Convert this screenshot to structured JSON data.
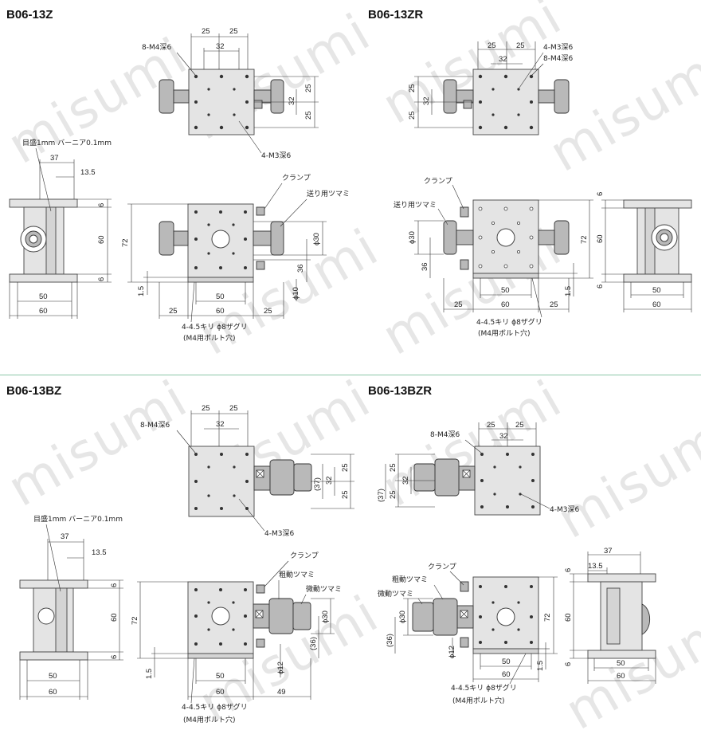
{
  "titles": {
    "z": "B06-13Z",
    "zr": "B06-13ZR",
    "bz": "B06-13BZ",
    "bzr": "B06-13BZR"
  },
  "watermark": "misumi",
  "labels": {
    "m4_8": "8-M4深6",
    "m3_4": "4-M3深6",
    "scale": "目盛1mm バーニア0.1mm",
    "clamp": "クランプ",
    "feed_knob": "送り用ツマミ",
    "coarse": "粗動ツマミ",
    "fine": "微動ツマミ",
    "bolt_hole": "4-4.5キリ ϕ8ザグリ",
    "bolt_note": "(M4用ボルト穴)"
  },
  "dims": {
    "d25": "25",
    "d32": "32",
    "d37": "37",
    "d13_5": "13.5",
    "d50": "50",
    "d60": "60",
    "d72": "72",
    "d6": "6",
    "d36": "36",
    "d1_5": "1.5",
    "d49": "49",
    "p37": "(37)",
    "p36": "(36)",
    "phi30": "ϕ30",
    "phi10": "ϕ10",
    "phi12": "ϕ12"
  },
  "colors": {
    "accent": "#8cc7a8",
    "body": "#e4e4e4",
    "knob": "#b9b9b9"
  }
}
